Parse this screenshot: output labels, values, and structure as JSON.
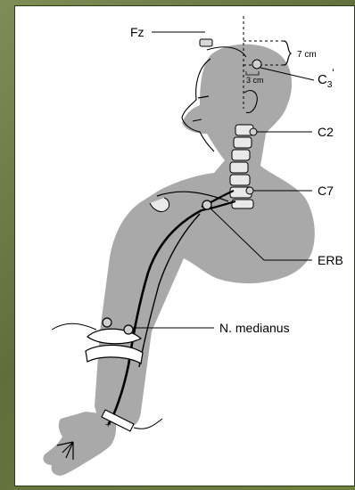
{
  "diagram": {
    "labels": {
      "fz": "Fz",
      "seven_cm": "7 cm",
      "three_cm": "3 cm",
      "c3": "C",
      "c3_sub": "3",
      "c3_prime": "'",
      "c2": "C2",
      "c7": "C7",
      "erb": "ERB",
      "medianus": "N. medianus",
      "plus": "+"
    }
  },
  "colors": {
    "frame": "#6f7f4a",
    "background": "#ffffff",
    "body_fill": "#a9a9a9",
    "line": "#000000"
  }
}
